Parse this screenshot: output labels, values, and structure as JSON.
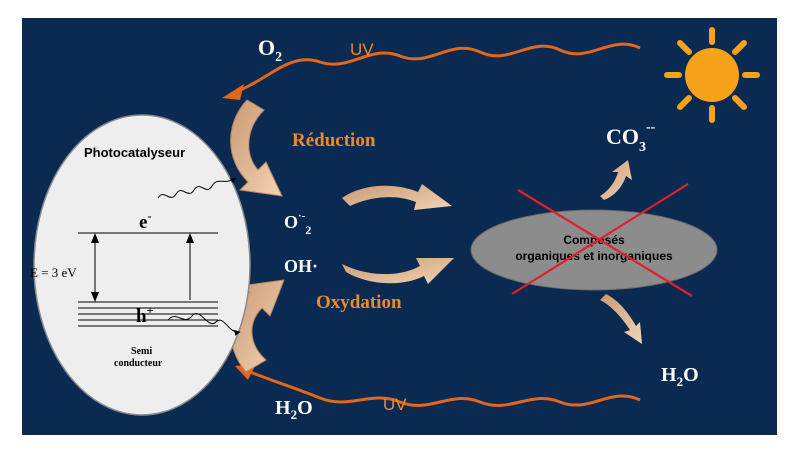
{
  "diagram": {
    "uv_top": "UV",
    "uv_bottom": "UV",
    "o2_main": "O",
    "o2_sub": "2",
    "reduction": "Réduction",
    "oxydation": "Oxydation",
    "co3_main": "CO",
    "co3_sub": "3",
    "co3_sup": "--",
    "photocatalyseur": "Photocatalyseur",
    "electron_main": "e",
    "electron_sup": "-",
    "hole_main": "h",
    "hole_sup": "+",
    "energy": "E = 3 eV",
    "semi_line1": "Semi",
    "semi_line2": "conducteur",
    "superoxide_main": "O",
    "superoxide_sup": "·-",
    "superoxide_sub": "2",
    "hydroxyl": "OH·",
    "compounds_line1": "Composés",
    "compounds_line2": "organiques et inorganiques",
    "h2o_left_main": "H",
    "h2o_left_sub": "2",
    "h2o_left_end": "O",
    "h2o_right_main": "H",
    "h2o_right_sub": "2",
    "h2o_right_end": "O"
  },
  "colors": {
    "background": "#0b2a52",
    "uv_wave": "#e2661b",
    "label_orange": "#f08a24",
    "sun": "#f7a21b",
    "curved_arrow": "#d8a67c",
    "catalyst": "#eeeeee",
    "cross": "#e0202a",
    "compound_ellipse": "#8c8c8c"
  }
}
